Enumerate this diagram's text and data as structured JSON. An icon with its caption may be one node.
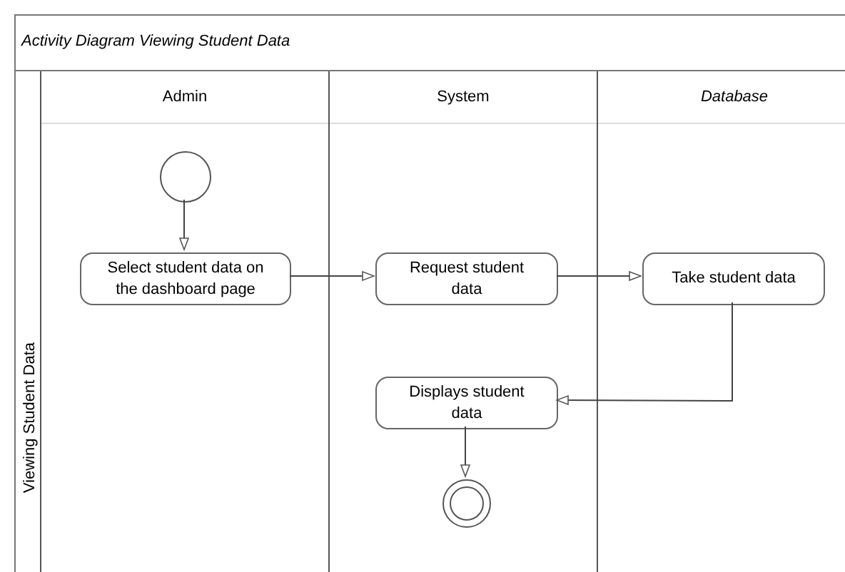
{
  "diagram": {
    "nodes": [
      {
        "text": [
          "Activity Diagram Viewing Student Data"
        ]
      },
      {
        "text": [
          "Viewing Student Data"
        ],
        "in": 0
      },
      {
        "text": [
          "Admin"
        ],
        "in": 1
      },
      {
        "text": [
          "System"
        ],
        "in": 1
      },
      {
        "text": [
          "Database"
        ],
        "in": 1
      },
      {
        "text": [],
        "shape": "circle",
        "in": 2
      },
      {
        "text": [
          "Select student data on the dashboard page"
        ],
        "in": 2
      },
      {
        "text": [
          "Request student data"
        ],
        "in": 3
      },
      {
        "text": [
          "Take student data"
        ],
        "in": 4
      },
      {
        "text": [
          "Displays student data"
        ],
        "in": 3
      },
      {
        "text": [],
        "shape": "circle",
        "in": 3
      }
    ],
    "edges": [
      {
        "from": 5,
        "to": 6,
        "arrow": "to"
      },
      {
        "from": 6,
        "to": 7,
        "arrow": "to"
      },
      {
        "from": 7,
        "to": 8,
        "arrow": "to"
      },
      {
        "from": 8,
        "to": 9,
        "arrow": "to"
      },
      {
        "from": 9,
        "to": 10,
        "arrow": "to"
      }
    ]
  }
}
